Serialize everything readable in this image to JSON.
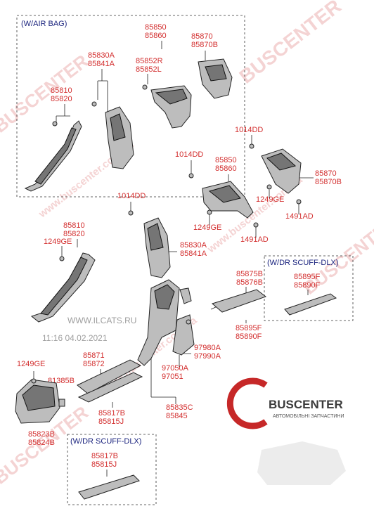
{
  "groups": {
    "airbag": "(W/AIR BAG)",
    "scuff_dlx_right": "(W/DR SCUFF-DLX)",
    "scuff_dlx_bottom": "(W/DR SCUFF-DLX)"
  },
  "parts": {
    "p85850_top": [
      "85850",
      "85860"
    ],
    "p85870_top": [
      "85870",
      "85870B"
    ],
    "p85830A_top": [
      "85830A",
      "85841A"
    ],
    "p85852R": [
      "85852R",
      "85852L"
    ],
    "p85810_top": [
      "85810",
      "85820"
    ],
    "p1014DD_a": [
      "1014DD"
    ],
    "p1014DD_b": [
      "1014DD"
    ],
    "p85850_mid": [
      "85850",
      "85860"
    ],
    "p85870_mid": [
      "85870",
      "85870B"
    ],
    "p1249GE_a": [
      "1249GE"
    ],
    "p1014DD_c": [
      "1014DD"
    ],
    "p1249GE_b": [
      "1249GE"
    ],
    "p1491AD_a": [
      "1491AD"
    ],
    "p1491AD_b": [
      "1491AD"
    ],
    "p85810_mid": [
      "85810",
      "85820"
    ],
    "p1249GE_c": [
      "1249GE"
    ],
    "p85830A_mid": [
      "85830A",
      "85841A"
    ],
    "p85875B": [
      "85875B",
      "85876B"
    ],
    "p85895F_box": [
      "85895F",
      "85890F"
    ],
    "p85895F": [
      "85895F",
      "85890F"
    ],
    "p97980A": [
      "97980A",
      "97990A"
    ],
    "p97050A": [
      "97050A",
      "97051"
    ],
    "p85871": [
      "85871",
      "85872"
    ],
    "p1249GE_d": [
      "1249GE"
    ],
    "p81385B": [
      "81385B"
    ],
    "p85817B_mid": [
      "85817B",
      "85815J"
    ],
    "p85835C": [
      "85835C",
      "85845"
    ],
    "p85823B": [
      "85823B",
      "85824B"
    ],
    "p85817B_box": [
      "85817B",
      "85815J"
    ]
  },
  "watermarks": {
    "site_a": "BUSCENTER",
    "site_b": "www.buscenter.com.ua",
    "stamp_site": "WWW.ILCATS.RU",
    "stamp_time": "11:16 04.02.2021"
  },
  "logo": {
    "name": "BUSCENTER",
    "tagline": "АВТОМОБІЛЬНІ ЗАПЧАСТИНИ",
    "colors": {
      "ring": "#c62828",
      "text": "#3b3b3b"
    }
  },
  "colors": {
    "part_number": "#d32f2f",
    "box_label": "#1a237e",
    "watermark": "#e8a0a0"
  }
}
